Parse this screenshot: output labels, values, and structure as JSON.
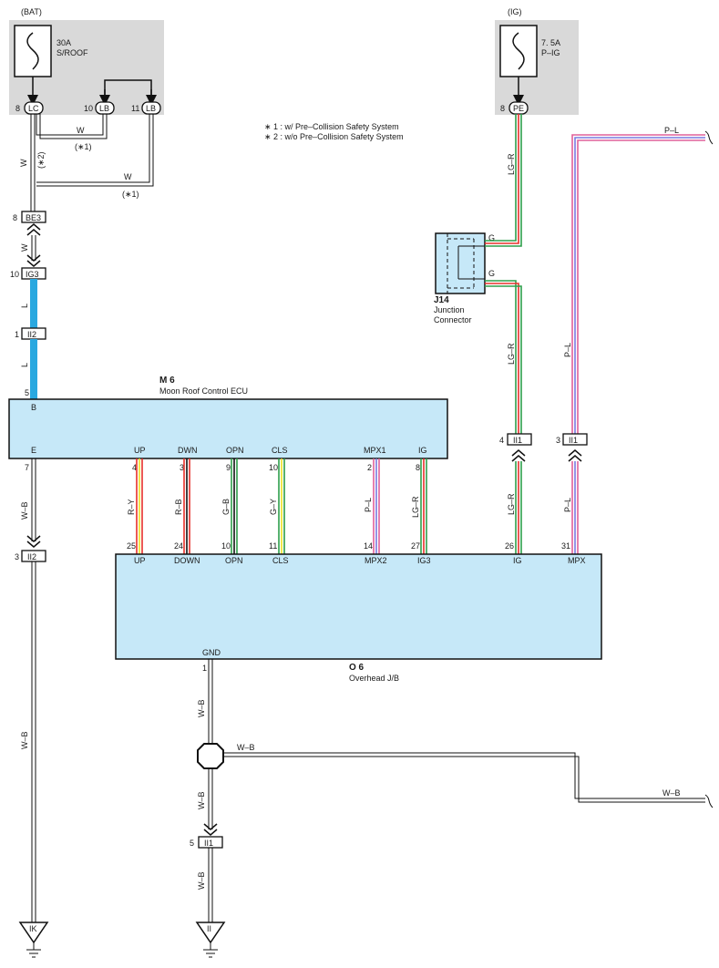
{
  "power": {
    "bat": {
      "label": "(BAT)",
      "fuse_amp": "30A",
      "fuse_name": "S/ROOF"
    },
    "ig": {
      "label": "(IG)",
      "fuse_amp": "7. 5A",
      "fuse_name": "P–IG"
    }
  },
  "notes": {
    "note1": "∗ 1 : w/ Pre–Collision Safety System",
    "note2": "∗ 2 : w/o Pre–Collision Safety System"
  },
  "terminals": {
    "lc": {
      "pin": "8",
      "name": "LC"
    },
    "lb1": {
      "pin": "10",
      "name": "LB"
    },
    "lb2": {
      "pin": "11",
      "name": "LB"
    },
    "pe": {
      "pin": "8",
      "name": "PE"
    },
    "be3": {
      "pin": "8",
      "name": "BE3"
    },
    "ig3": {
      "pin": "10",
      "name": "IG3"
    },
    "ii2_top": {
      "pin": "1",
      "name": "II2"
    },
    "ii2_mid": {
      "pin": "3",
      "name": "II2"
    },
    "ii1_a": {
      "pin": "4",
      "name": "II1"
    },
    "ii1_b": {
      "pin": "3",
      "name": "II1"
    },
    "ii1_c": {
      "pin": "5",
      "name": "II1"
    }
  },
  "wires": {
    "w": "W",
    "l": "L",
    "wb": "W–B",
    "lgr": "LG–R",
    "pl": "P–L",
    "ry": "R–Y",
    "rb": "R–B",
    "gb": "G–B",
    "gy": "G–Y",
    "g": "G",
    "note1": "(∗1)",
    "note2": "(∗2)"
  },
  "j14": {
    "id": "J14",
    "line1": "Junction",
    "line2": "Connector"
  },
  "m6": {
    "id": "M 6",
    "name": "Moon Roof Control ECU",
    "pin_b": "5",
    "label_b": "B",
    "pins": [
      {
        "num": "7",
        "label": "E"
      },
      {
        "num": "4",
        "label": "UP"
      },
      {
        "num": "3",
        "label": "DWN"
      },
      {
        "num": "9",
        "label": "OPN"
      },
      {
        "num": "10",
        "label": "CLS"
      },
      {
        "num": "2",
        "label": "MPX1"
      },
      {
        "num": "8",
        "label": "IG"
      }
    ]
  },
  "o6": {
    "id": "O 6",
    "name": "Overhead J/B",
    "pins": [
      {
        "num": "25",
        "label": "UP"
      },
      {
        "num": "24",
        "label": "DOWN"
      },
      {
        "num": "10",
        "label": "OPN"
      },
      {
        "num": "11",
        "label": "CLS"
      },
      {
        "num": "14",
        "label": "MPX2"
      },
      {
        "num": "27",
        "label": "IG3"
      },
      {
        "num": "26",
        "label": "IG"
      },
      {
        "num": "31",
        "label": "MPX"
      }
    ],
    "gnd_pin": "1",
    "gnd_label": "GND"
  },
  "grounds": {
    "ik": "IK",
    "ii": "II"
  },
  "colors": {
    "gray": "#d9d9d9",
    "box": "#c6e8f8",
    "blue": "#29a8e0",
    "red": "#e8302a",
    "green": "#2e9e4a",
    "yellow": "#f0e020",
    "pink": "#e0609a",
    "violet": "#7a7adf"
  }
}
